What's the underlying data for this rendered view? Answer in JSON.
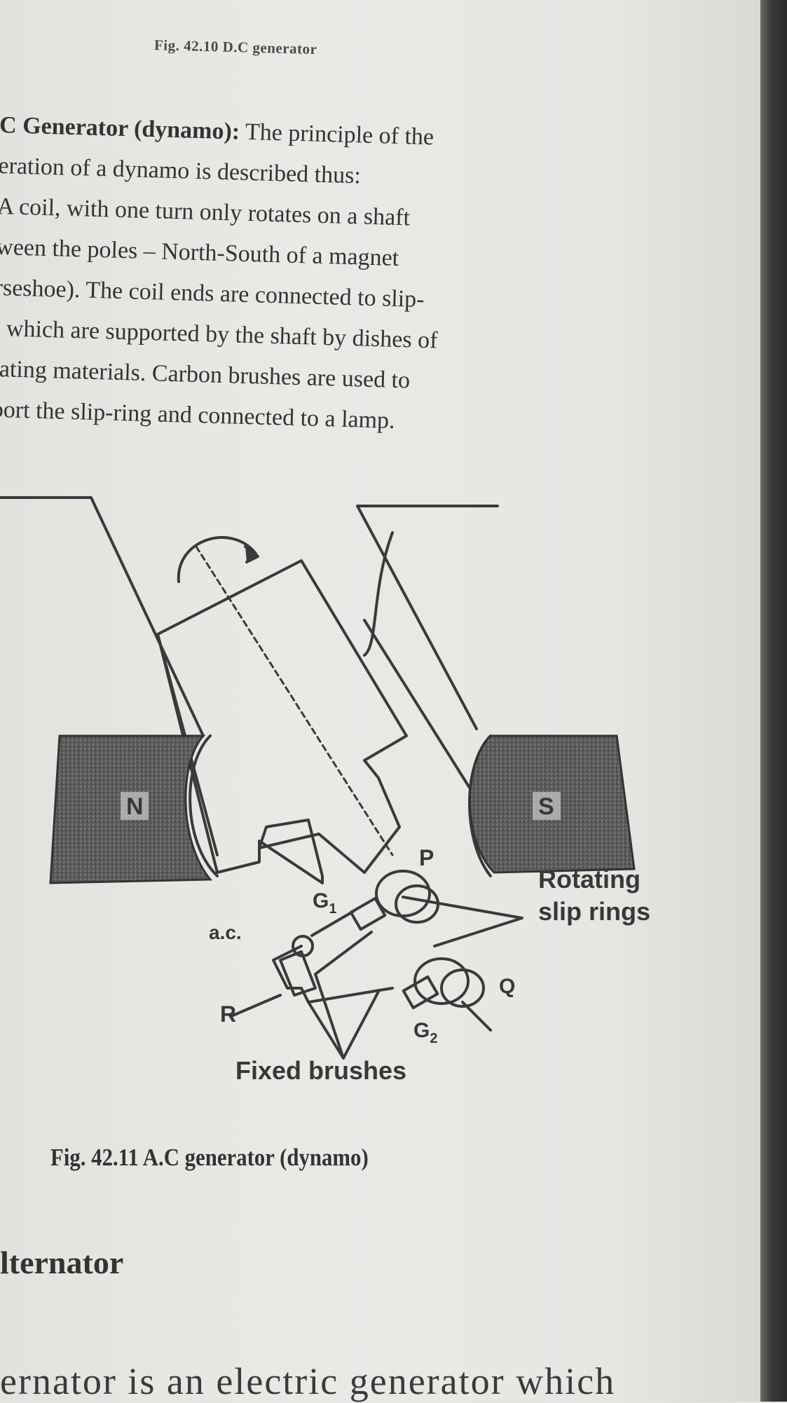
{
  "prev_caption": "Fig. 42.10 D.C generator",
  "paragraph": {
    "lines": [
      {
        "bold": "C Generator (dynamo):",
        "text": " The principle of the"
      },
      {
        "bold": "",
        "text": "eration of a dynamo is described thus:"
      },
      {
        "bold": "",
        "text": "  A coil, with one turn only rotates on a shaft"
      },
      {
        "bold": "",
        "text": "ween the poles – North-South of a magnet"
      },
      {
        "bold": "",
        "text": "rseshoe). The coil ends are connected to slip-"
      },
      {
        "bold": "",
        "text": "; which are supported by the shaft by dishes of"
      },
      {
        "bold": "",
        "text": "lating materials. Carbon brushes are used to"
      },
      {
        "bold": "",
        "text": "port the slip-ring and connected to a lamp."
      }
    ]
  },
  "diagram": {
    "labels": {
      "north": "N",
      "south": "S",
      "p": "P",
      "q": "Q",
      "r": "R",
      "g1": "G",
      "g1_sub": "1",
      "g2": "G",
      "g2_sub": "2",
      "ac": "a.c.",
      "rotating": "Rotating",
      "slip_rings": "slip rings",
      "fixed_brushes": "Fixed brushes"
    }
  },
  "figure_caption": "Fig. 42.11 A.C generator (dynamo)",
  "section_heading": "lternator",
  "bottom_text": "ernator is an electric generator which"
}
